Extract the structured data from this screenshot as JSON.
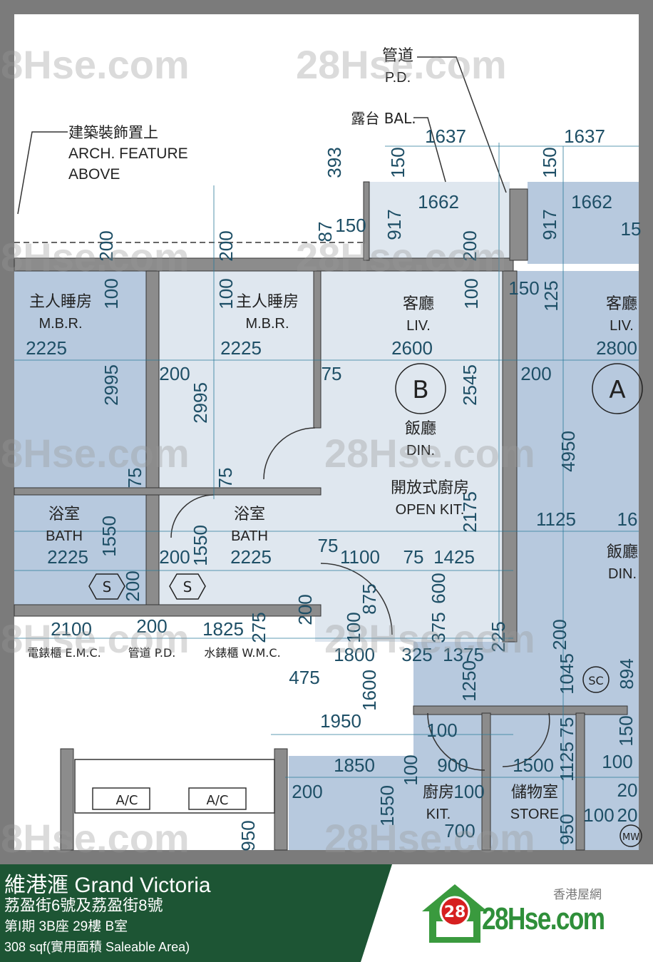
{
  "footer": {
    "title": "維港滙 Grand Victoria",
    "address": "荔盈街6號及荔盈街8號",
    "unit": "第I期 3B座 29樓 B室",
    "area": "308 sqf(實用面積 Saleable Area)"
  },
  "logo": {
    "chinese": "香港屋網",
    "badge": "28",
    "brand": "28Hse.com"
  },
  "watermark": "28Hse.com",
  "colors": {
    "frame": "#7b7b7b",
    "footer_green": "#1d5534",
    "unit_blue": "#b7c9de",
    "room_light": "#dfe7ef",
    "dimension_line": "#2a7a9a"
  },
  "plan": {
    "rooms": [
      {
        "zh": "主人睡房",
        "en": "M.B.R."
      },
      {
        "zh": "主人睡房",
        "en": "M.B.R."
      },
      {
        "zh": "客廳",
        "en": "LIV."
      },
      {
        "zh": "客廳",
        "en": "LIV."
      },
      {
        "zh": "飯廳",
        "en": "DIN."
      },
      {
        "zh": "飯廳",
        "en": "DIN."
      },
      {
        "zh": "開放式廚房",
        "en": "OPEN KIT."
      },
      {
        "zh": "浴室",
        "en": "BATH"
      },
      {
        "zh": "浴室",
        "en": "BATH"
      },
      {
        "zh": "廚房",
        "en": "KIT."
      },
      {
        "zh": "儲物室",
        "en": "STORE"
      },
      {
        "zh": "管道",
        "en": "P.D."
      }
    ],
    "inline_labels": [
      "電錶櫃 E.M.C.",
      "管道 P.D.",
      "水錶櫃 W.M.C.",
      "露台 BAL.",
      "A/C",
      "A/C"
    ],
    "arch_note": [
      "建築裝飾置上",
      "ARCH.  FEATURE",
      "ABOVE"
    ],
    "unit_markers": [
      "B",
      "A"
    ],
    "symbols": [
      "S",
      "S",
      "SC",
      "MW"
    ],
    "dimensions": [
      "1637",
      "1637",
      "393",
      "150",
      "150",
      "1662",
      "1662",
      "917",
      "917",
      "87",
      "150",
      "15",
      "200",
      "200",
      "200",
      "100",
      "100",
      "100",
      "150",
      "125",
      "2225",
      "2225",
      "2600",
      "2800",
      "2995",
      "200",
      "2995",
      "75",
      "2545",
      "200",
      "4950",
      "75",
      "75",
      "2175",
      "1125",
      "16",
      "1550",
      "1550",
      "2225",
      "200",
      "2225",
      "75",
      "1100",
      "75",
      "1425",
      "200",
      "200",
      "875",
      "600",
      "2100",
      "200",
      "1825",
      "275",
      "100",
      "375",
      "1800",
      "325",
      "1375",
      "225",
      "200",
      "1045",
      "894",
      "475",
      "1600",
      "1250",
      "1950",
      "100",
      "1125",
      "75",
      "150",
      "1850",
      "100",
      "900",
      "1500",
      "100",
      "200",
      "100",
      "20",
      "1550",
      "100",
      "20",
      "700",
      "950",
      "950"
    ]
  }
}
